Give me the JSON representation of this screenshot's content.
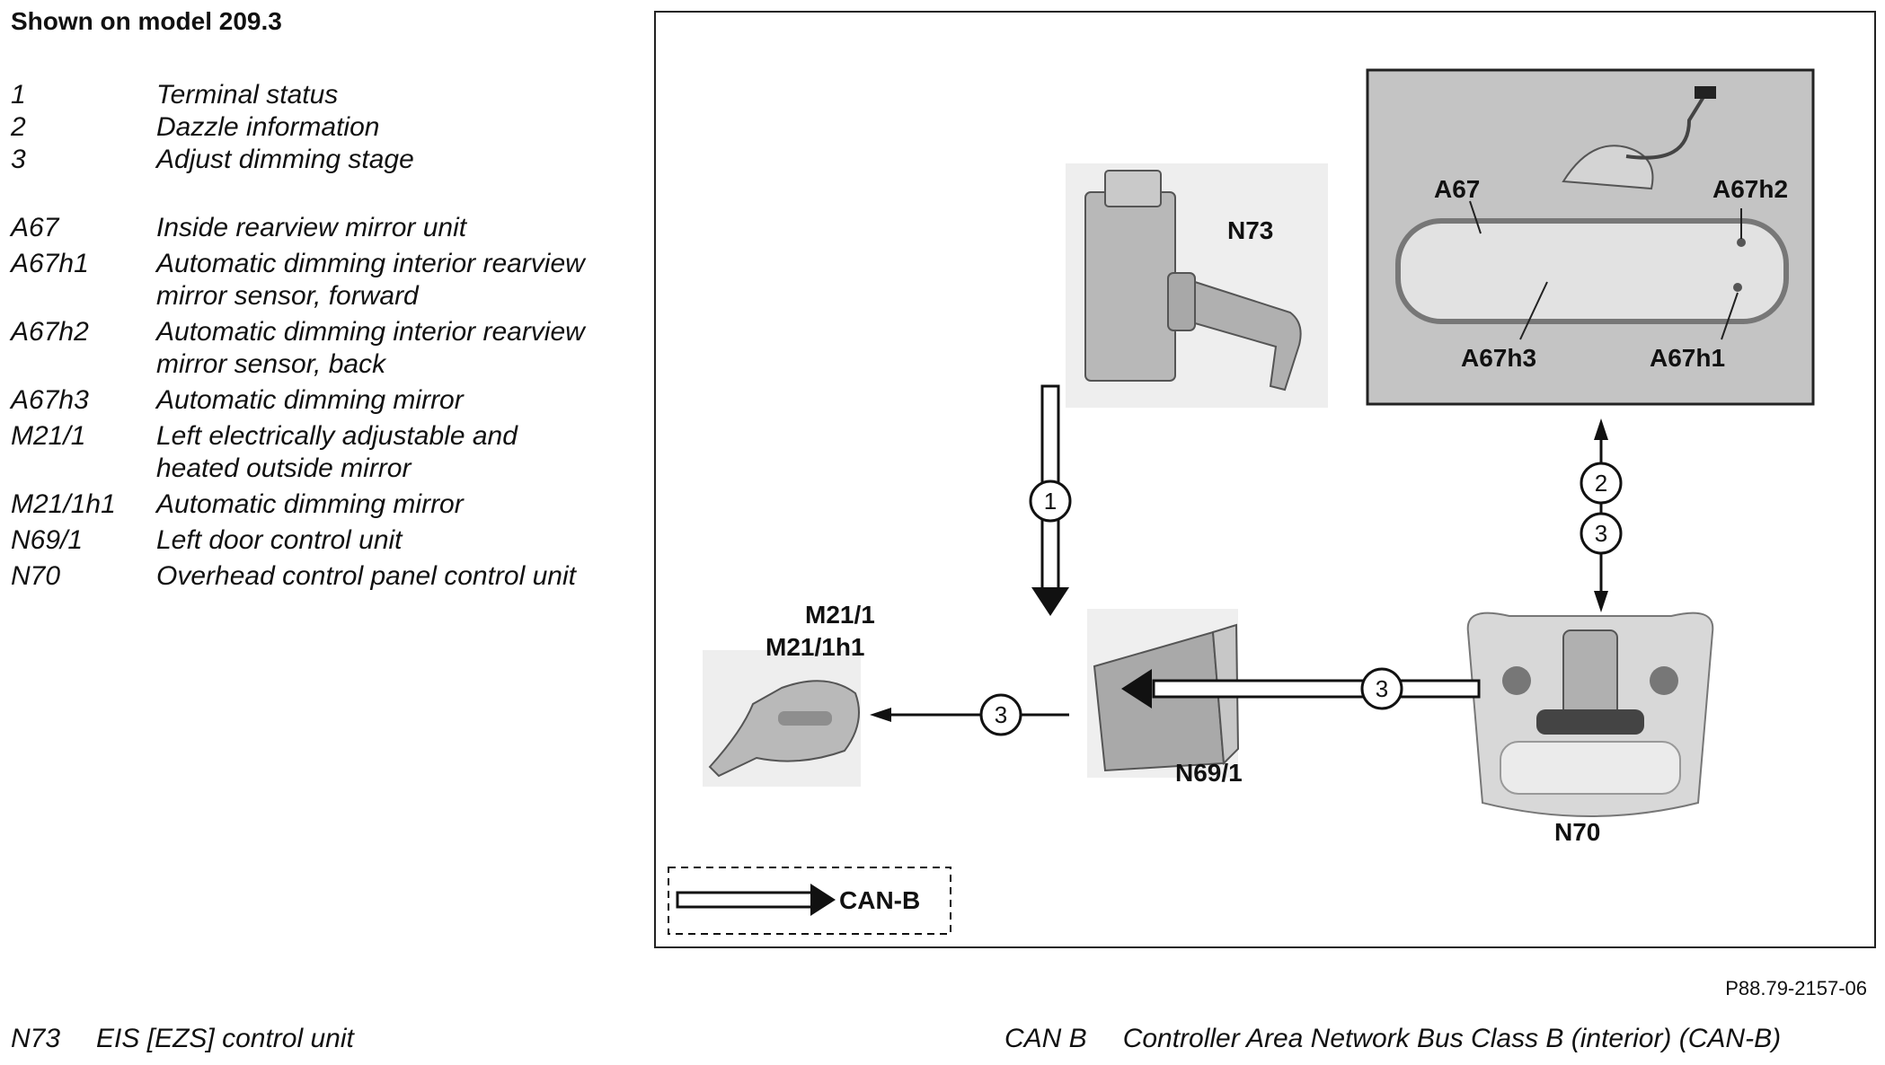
{
  "heading": "Shown on model 209.3",
  "legend": [
    {
      "code": "1",
      "desc": "Terminal status"
    },
    {
      "code": "2",
      "desc": "Dazzle information"
    },
    {
      "code": "3",
      "desc": "Adjust dimming stage"
    },
    {
      "code": "A67",
      "desc": "Inside rearview mirror unit"
    },
    {
      "code": "A67h1",
      "desc": "Automatic dimming interior rearview mirror sensor, forward"
    },
    {
      "code": "A67h2",
      "desc": "Automatic dimming interior rearview mirror sensor, back"
    },
    {
      "code": "A67h3",
      "desc": "Automatic dimming mirror"
    },
    {
      "code": "M21/1",
      "desc": "Left electrically adjustable and heated outside mirror"
    },
    {
      "code": "M21/1h1",
      "desc": "Automatic dimming mirror"
    },
    {
      "code": "N69/1",
      "desc": "Left door control unit"
    },
    {
      "code": "N70",
      "desc": "Overhead control panel control unit"
    }
  ],
  "diagram": {
    "labels": {
      "n73": "N73",
      "a67": "A67",
      "a67h2": "A67h2",
      "a67h3": "A67h3",
      "a67h1": "A67h1",
      "m21_1": "M21/1",
      "m21_1h1": "M21/1h1",
      "n69_1": "N69/1",
      "n70": "N70",
      "canb": "CAN-B"
    },
    "signals": {
      "n73_to_n69": "1",
      "n70_a67_top": "2",
      "n70_a67_bottom": "3",
      "n70_to_n69": "3",
      "n69_to_m21": "3"
    }
  },
  "code_ref": "P88.79-2157-06",
  "footer": {
    "left": {
      "code": "N73",
      "desc": "EIS [EZS] control unit"
    },
    "right": {
      "code": "CAN B",
      "desc": "Controller Area Network Bus Class B (interior) (CAN-B)"
    }
  }
}
